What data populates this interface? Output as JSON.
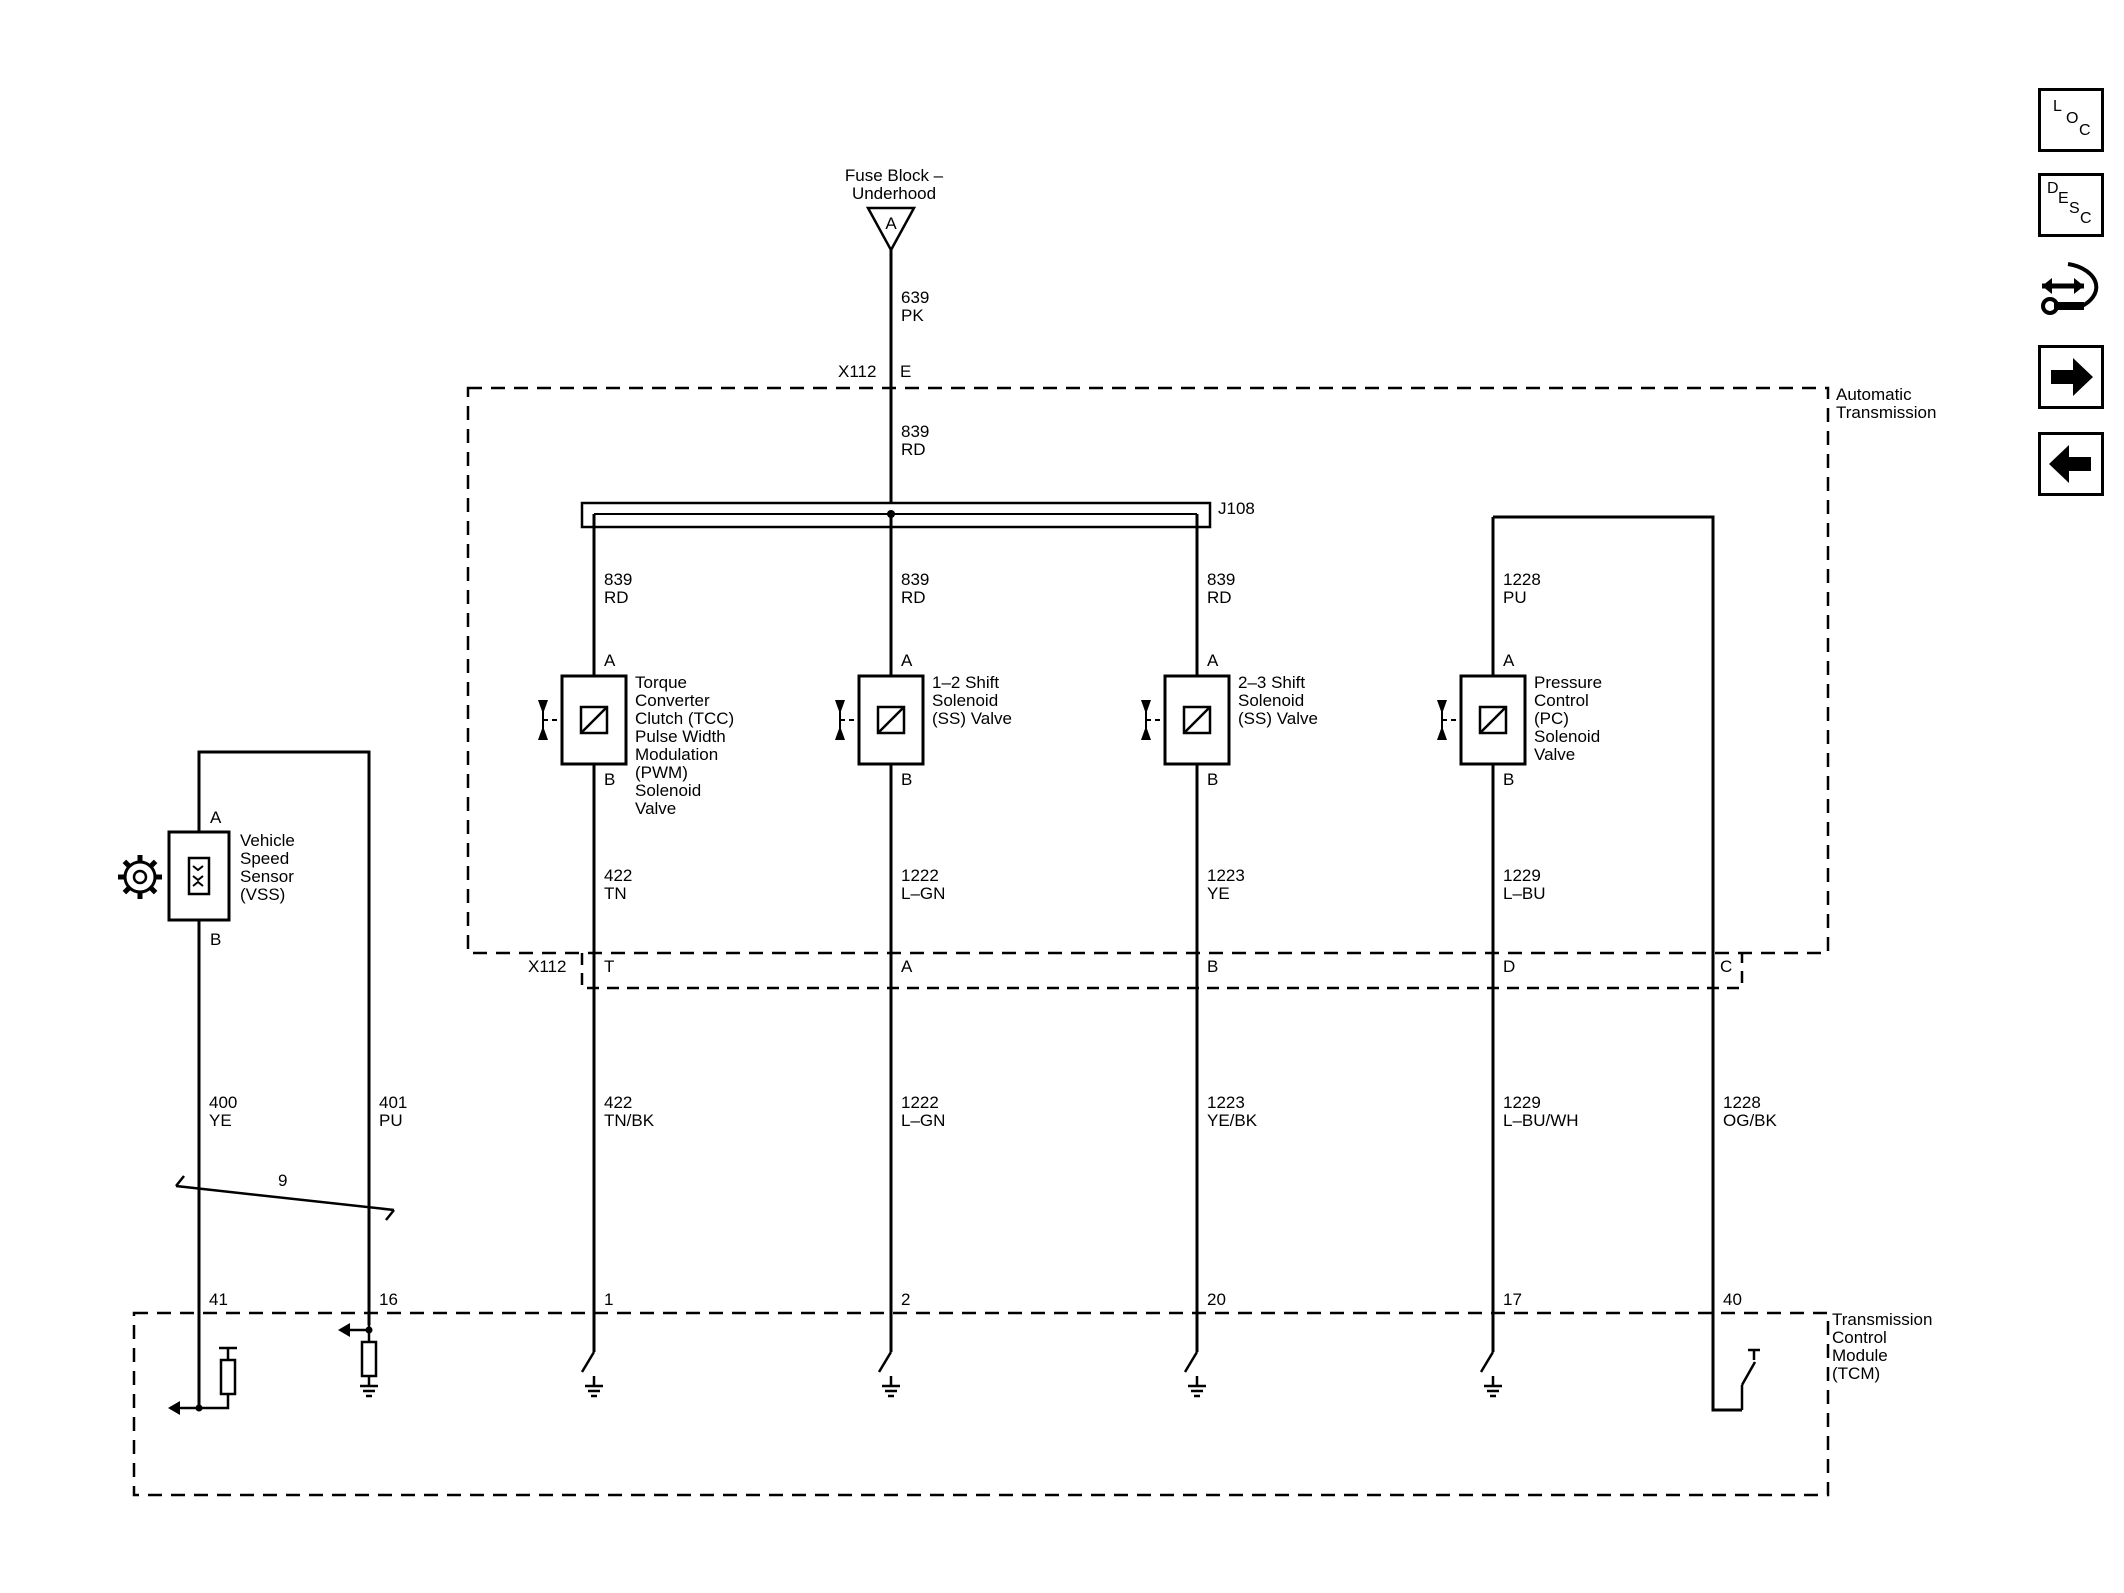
{
  "colors": {
    "line": "#000000",
    "background": "#ffffff"
  },
  "nav": {
    "loc": {
      "letters": [
        "L",
        "O",
        "C"
      ],
      "icon": "location-icon"
    },
    "desc": {
      "letters": [
        "D",
        "E",
        "S",
        "C"
      ],
      "icon": "description-icon"
    },
    "connector": {
      "icon": "connector-wrench-icon"
    },
    "next": {
      "icon": "arrow-right-icon"
    },
    "prev": {
      "icon": "arrow-left-icon"
    }
  },
  "fuse": {
    "line1": "Fuse Block –",
    "line2": "Underhood",
    "pin": "A"
  },
  "feed": {
    "circuit_top": "639",
    "color_top": "PK",
    "connector": "X112",
    "connector_pin": "E",
    "circuit_mid": "839",
    "color_mid": "RD",
    "splice": "J108"
  },
  "modules": {
    "auto_trans": {
      "line1": "Automatic",
      "line2": "Transmission"
    },
    "tcm": {
      "line1": "Transmission",
      "line2": "Control",
      "line3": "Module",
      "line4": "(TCM)"
    }
  },
  "lower_connector": {
    "name": "X112",
    "pins": [
      "T",
      "A",
      "B",
      "D",
      "C"
    ]
  },
  "solenoids": [
    {
      "label": [
        "Torque",
        "Converter",
        "Clutch (TCC)",
        "Pulse Width",
        "Modulation",
        "(PWM)",
        "Solenoid",
        "Valve"
      ],
      "pin_a": "A",
      "pin_b": "B",
      "in_circuit": "839",
      "in_color": "RD",
      "out_circuit": "422",
      "out_color": "TN",
      "tcm_circuit": "422",
      "tcm_color": "TN/BK",
      "tcm_pin": "1"
    },
    {
      "label": [
        "1–2 Shift",
        "Solenoid",
        "(SS) Valve"
      ],
      "pin_a": "A",
      "pin_b": "B",
      "in_circuit": "839",
      "in_color": "RD",
      "out_circuit": "1222",
      "out_color": "L–GN",
      "tcm_circuit": "1222",
      "tcm_color": "L–GN",
      "tcm_pin": "2"
    },
    {
      "label": [
        "2–3 Shift",
        "Solenoid",
        "(SS) Valve"
      ],
      "pin_a": "A",
      "pin_b": "B",
      "in_circuit": "839",
      "in_color": "RD",
      "out_circuit": "1223",
      "out_color": "YE",
      "tcm_circuit": "1223",
      "tcm_color": "YE/BK",
      "tcm_pin": "20"
    },
    {
      "label": [
        "Pressure",
        "Control",
        "(PC)",
        "Solenoid",
        "Valve"
      ],
      "pin_a": "A",
      "pin_b": "B",
      "in_circuit": "1228",
      "in_color": "PU",
      "out_circuit": "1229",
      "out_color": "L–BU",
      "tcm_circuit": "1229",
      "tcm_color": "L–BU/WH",
      "tcm_pin": "17"
    }
  ],
  "pc_return": {
    "circuit": "1228",
    "color": "OG/BK",
    "tcm_pin": "40"
  },
  "vss": {
    "label": [
      "Vehicle",
      "Speed",
      "Sensor",
      "(VSS)"
    ],
    "pin_a": "A",
    "pin_b": "B",
    "wire_a": {
      "circuit": "401",
      "color": "PU",
      "tcm_pin": "16"
    },
    "wire_b": {
      "circuit": "400",
      "color": "YE",
      "tcm_pin": "41"
    },
    "twist_label": "9"
  }
}
